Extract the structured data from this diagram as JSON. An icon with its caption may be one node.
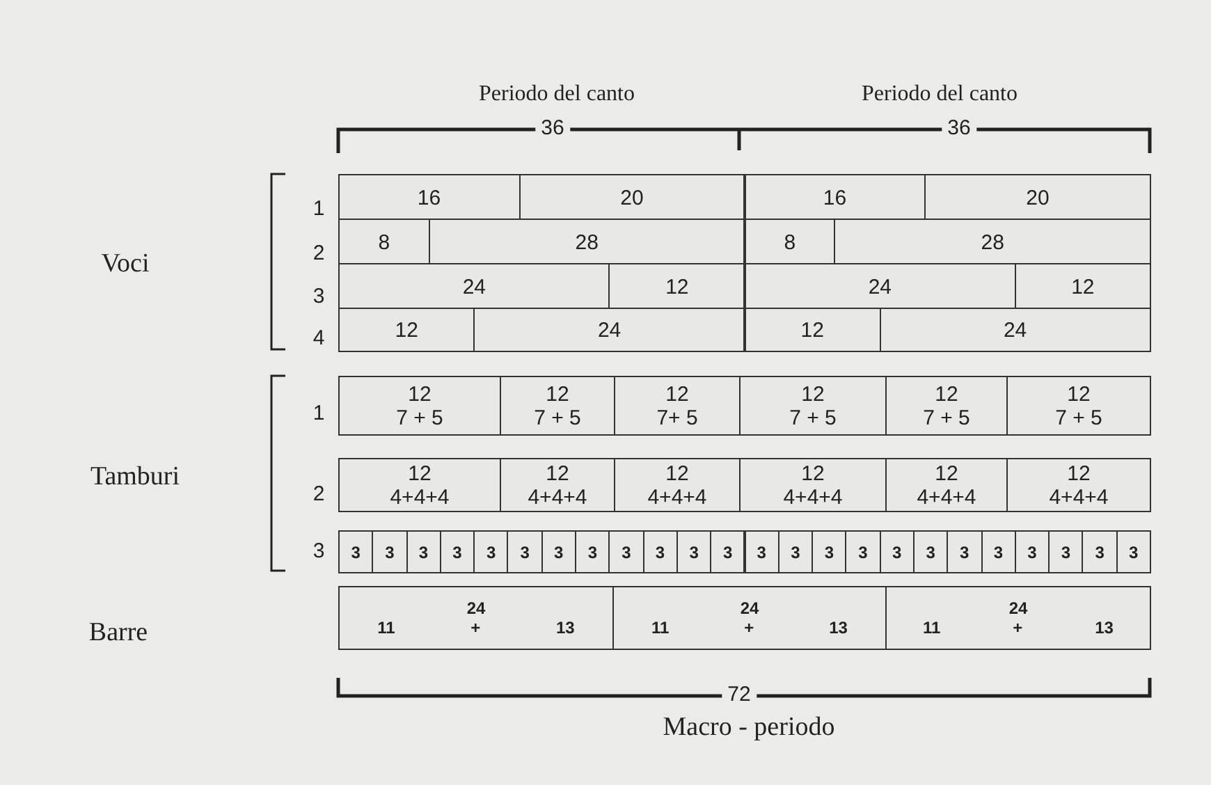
{
  "diagram": {
    "nodes": [
      {
        "text": [
          "16"
        ]
      },
      {
        "text": [
          "20"
        ]
      },
      {
        "text": [
          "16"
        ]
      },
      {
        "text": [
          "20"
        ]
      },
      {
        "text": [
          "8"
        ]
      },
      {
        "text": [
          "28"
        ]
      },
      {
        "text": [
          "8"
        ]
      },
      {
        "text": [
          "28"
        ]
      },
      {
        "text": [
          "24"
        ]
      },
      {
        "text": [
          "12"
        ]
      },
      {
        "text": [
          "24"
        ]
      },
      {
        "text": [
          "12"
        ]
      },
      {
        "text": [
          "12"
        ]
      },
      {
        "text": [
          "24"
        ]
      },
      {
        "text": [
          "12"
        ]
      },
      {
        "text": [
          "24"
        ]
      },
      {
        "text": [
          "12",
          "7 + 5"
        ]
      },
      {
        "text": [
          "12",
          "7 + 5"
        ]
      },
      {
        "text": [
          "12",
          "7+ 5"
        ]
      },
      {
        "text": [
          "12",
          "7 + 5"
        ]
      },
      {
        "text": [
          "12",
          "7 + 5"
        ]
      },
      {
        "text": [
          "12",
          "7 + 5"
        ]
      },
      {
        "text": [
          "12",
          "4+4+4"
        ]
      },
      {
        "text": [
          "12",
          "4+4+4"
        ]
      },
      {
        "text": [
          "12",
          "4+4+4"
        ]
      },
      {
        "text": [
          "12",
          "4+4+4"
        ]
      },
      {
        "text": [
          "12",
          "4+4+4"
        ]
      },
      {
        "text": [
          "12",
          "4+4+4"
        ]
      },
      {
        "text": [
          "3"
        ]
      },
      {
        "text": [
          "3"
        ]
      },
      {
        "text": [
          "3"
        ]
      },
      {
        "text": [
          "3"
        ]
      },
      {
        "text": [
          "3"
        ]
      },
      {
        "text": [
          "3"
        ]
      },
      {
        "text": [
          "3"
        ]
      },
      {
        "text": [
          "3"
        ]
      },
      {
        "text": [
          "3"
        ]
      },
      {
        "text": [
          "3"
        ]
      },
      {
        "text": [
          "3"
        ]
      },
      {
        "text": [
          "3"
        ]
      },
      {
        "text": [
          "3"
        ]
      },
      {
        "text": [
          "3"
        ]
      },
      {
        "text": [
          "3"
        ]
      },
      {
        "text": [
          "3"
        ]
      },
      {
        "text": [
          "3"
        ]
      },
      {
        "text": [
          "3"
        ]
      },
      {
        "text": [
          "3"
        ]
      },
      {
        "text": [
          "3"
        ]
      },
      {
        "text": [
          "3"
        ]
      },
      {
        "text": [
          "3"
        ]
      },
      {
        "text": [
          "3"
        ]
      },
      {
        "text": [
          "3"
        ]
      },
      {
        "text": [
          "24",
          "11",
          "+",
          "13"
        ]
      },
      {
        "text": [
          "24",
          "11",
          "+",
          "13"
        ]
      },
      {
        "text": [
          "24",
          "11",
          "+",
          "13"
        ]
      }
    ],
    "labels": [
      "Periodo del canto",
      "Periodo del canto",
      "36",
      "36",
      "Voci",
      "1",
      "2",
      "3",
      "4",
      "Tamburi",
      "1",
      "2",
      "3",
      "Barre",
      "72",
      "Macro - periodo"
    ]
  }
}
